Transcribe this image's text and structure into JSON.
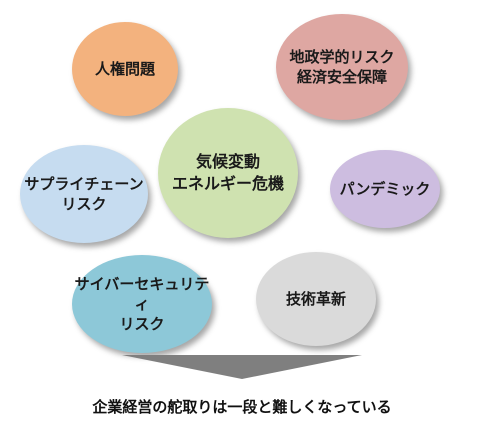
{
  "bubbles": {
    "jinken": {
      "label": "人権問題",
      "color": "#f3b27e"
    },
    "chisei": {
      "label": "地政学的リスク\n経済安全保障",
      "color": "#dea7a2"
    },
    "kikou": {
      "label": "気候変動\nエネルギー危機",
      "color": "#cfe2b0"
    },
    "supply": {
      "label": "サプライチェーン\nリスク",
      "color": "#c6dcf0"
    },
    "pandemic": {
      "label": "パンデミック",
      "color": "#cdbde0"
    },
    "cyber": {
      "label": "サイバーセキュリティ\nリスク",
      "color": "#8dc8d8"
    },
    "gijutsu": {
      "label": "技術革新",
      "color": "#dadada"
    }
  },
  "arrow_color": "#7f7f7f",
  "caption": "企業経営の舵取りは一段と難しくなっている"
}
